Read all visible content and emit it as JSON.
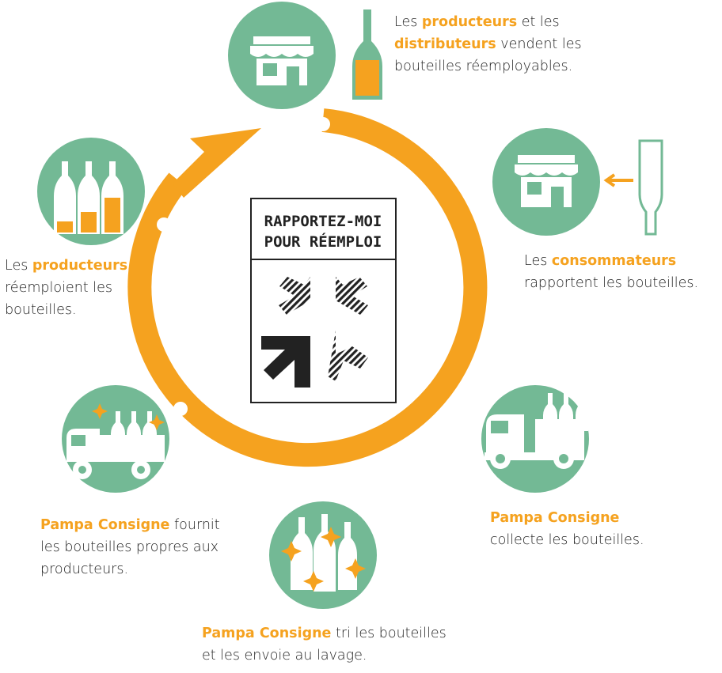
{
  "colors": {
    "orange": "#f5a21f",
    "green": "#73b995",
    "white": "#ffffff",
    "dark": "#222222"
  },
  "logo": {
    "line1": "RAPPORTEZ-MOI",
    "line2": "POUR RÉEMPLOI"
  },
  "steps": [
    {
      "icon": "shop-with-bottle-icon",
      "parts": [
        "Les ",
        "producteurs",
        " et les ",
        "distributeurs",
        " vendent les bouteilles réemployables."
      ]
    },
    {
      "icon": "bottle-return-to-shop-icon",
      "parts": [
        "Les ",
        "consommateurs",
        " rapportent les bouteilles."
      ]
    },
    {
      "icon": "collection-truck-icon",
      "parts": [
        "Pampa Consigne",
        " collecte les bouteilles."
      ]
    },
    {
      "icon": "sparkling-bottles-icon",
      "parts": [
        "Pampa Consigne",
        " tri les bouteilles et les envoie au lavage."
      ]
    },
    {
      "icon": "delivery-truck-icon",
      "parts": [
        "Pampa Consigne",
        " fournit les bouteilles propres aux producteurs."
      ]
    },
    {
      "icon": "bottles-refill-icon",
      "parts": [
        "Les ",
        "producteurs",
        " réemploient les bouteilles."
      ]
    }
  ]
}
